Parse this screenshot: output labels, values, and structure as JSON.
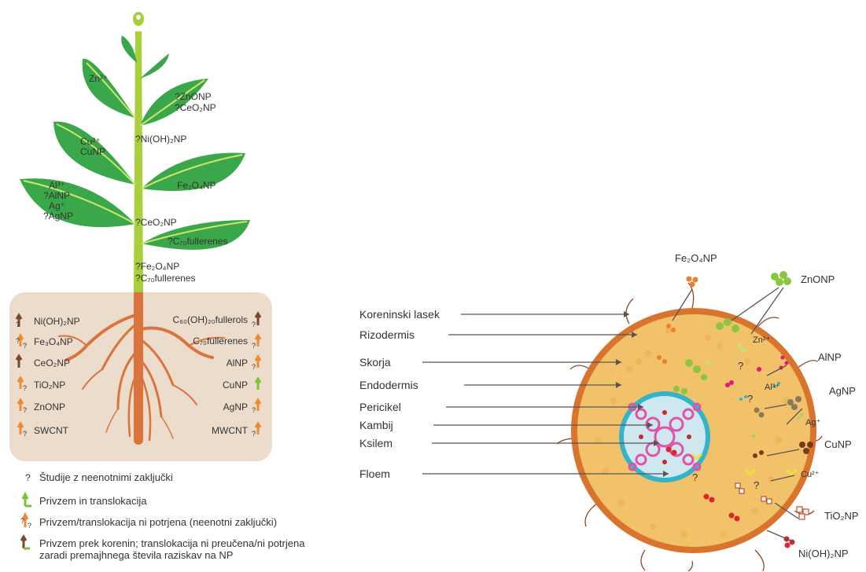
{
  "plant": {
    "leaf_labels": {
      "zn_ion": "Zn²⁺",
      "znonp": "?ZnONP",
      "ceo2np_top": "?CeO₂NP",
      "cu_ion": "Cu²⁺",
      "cunp": "CuNP",
      "nioh2np_stem": "?Ni(OH)₂NP",
      "fe2o4np_leaf": "Fe₂O₄NP",
      "al_ion": "Al³⁺",
      "alnp": "?AlNP",
      "ag_ion": "Ag⁺",
      "agnp": "?AgNP",
      "ceo2np_stem": "?CeO₂NP",
      "c70_leaf": "?C₇₀fullerenes",
      "fe2o4np_stem": "?Fe₂O₄NP",
      "c70_stem": "?C₇₀fullerenes"
    },
    "root_box_left": [
      "Ni(OH)₂NP",
      "Fe₃O₄NP",
      "CeO₂NP",
      "TiO₂NP",
      "ZnONP",
      "SWCNT"
    ],
    "root_box_right": [
      "C₆₀(OH)₂₀fullerols",
      "C₇₀fullerenes",
      "AlNP",
      "CuNP",
      "AgNP",
      "MWCNT"
    ]
  },
  "legend": [
    {
      "icon": "question-mark",
      "text": "Študije z neenotnimi zaključki"
    },
    {
      "icon": "green-arrow",
      "text": "Privzem in translokacija"
    },
    {
      "icon": "orange-arrow-question",
      "text": "Privzem/translokacija ni potrjena (neenotni zaključki)"
    },
    {
      "icon": "brown-arrow-question",
      "text": "Privzem prek korenin; translokacija ni preučena/ni potrjena",
      "text2": "zaradi premajhnega števila raziskav na NP"
    }
  ],
  "root_section": {
    "layers": [
      "Koreninski lasek",
      "Rizodermis",
      "Skorja",
      "Endodermis",
      "Pericikel",
      "Kambij",
      "Ksilem",
      "Floem"
    ],
    "particles": {
      "fe2o4np": "Fe₂O₄NP",
      "znonp": "ZnONP",
      "zn_ion": "Zn²⁺",
      "alnp": "AlNP",
      "al_ion": "Al³⁺",
      "agnp": "AgNP",
      "ag_ion": "Ag⁺",
      "cunp": "CuNP",
      "cu_ion": "Cu²⁺",
      "tio2np": "TiO₂NP",
      "nioh2np": "Ni(OH)₂NP"
    }
  },
  "colors": {
    "leaf": "#3aa84a",
    "stem": "#a9cf3c",
    "root": "#d9743f",
    "soil_box": "#ecdccb",
    "cortex": "#f2c26a",
    "rhizodermis": "#d9742f",
    "endodermis": "#35b3c8",
    "stele": "#cfe8f0",
    "xylem": "#e054a8"
  }
}
